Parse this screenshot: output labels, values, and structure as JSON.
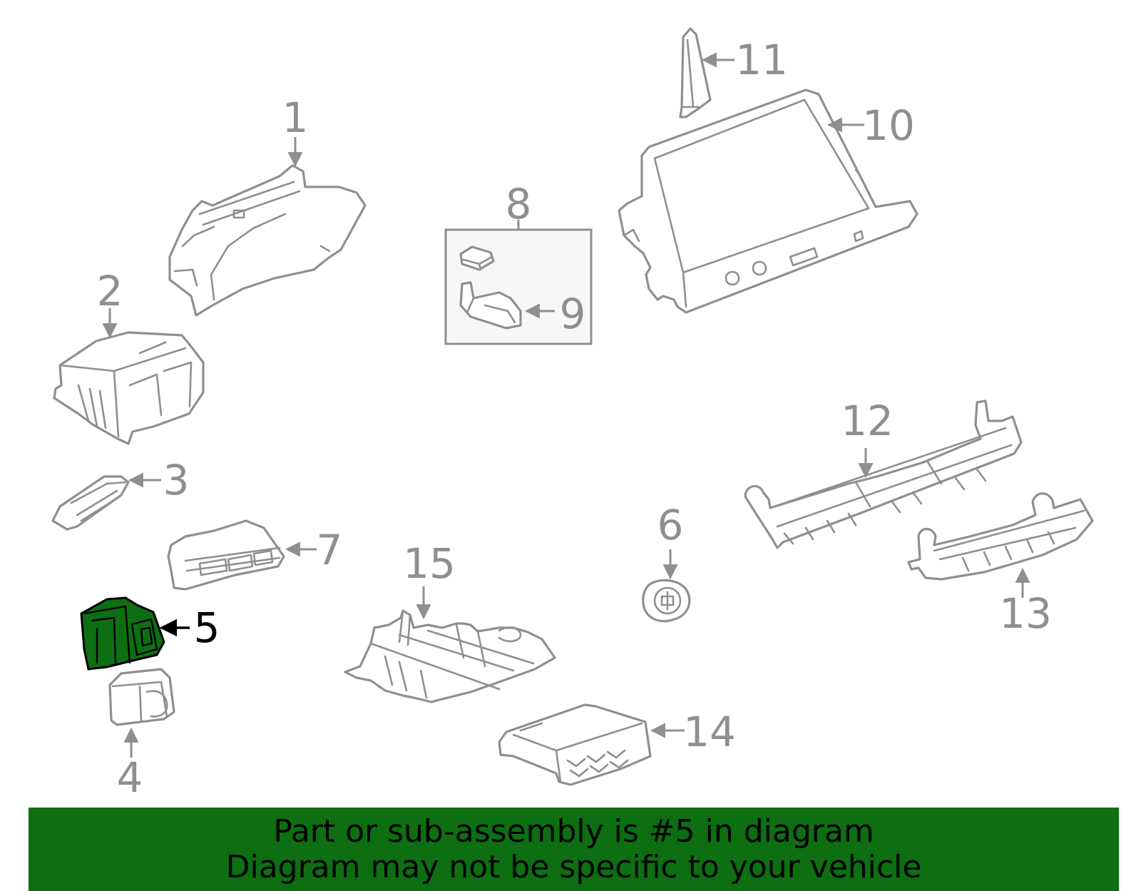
{
  "callouts": {
    "c1": "1",
    "c2": "2",
    "c3": "3",
    "c4": "4",
    "c5": "5",
    "c6": "6",
    "c7": "7",
    "c8": "8",
    "c9": "9",
    "c10": "10",
    "c11": "11",
    "c12": "12",
    "c13": "13",
    "c14": "14",
    "c15": "15"
  },
  "highlighted_part": "5",
  "colors": {
    "highlight": "#0d6e12",
    "line_art": "#8f8f8f",
    "banner_background": "#0d6e12",
    "banner_text": "#000000"
  },
  "banner": {
    "line1": "Part or sub-assembly is #5 in diagram",
    "line2": "Diagram may not be specific to your vehicle"
  }
}
